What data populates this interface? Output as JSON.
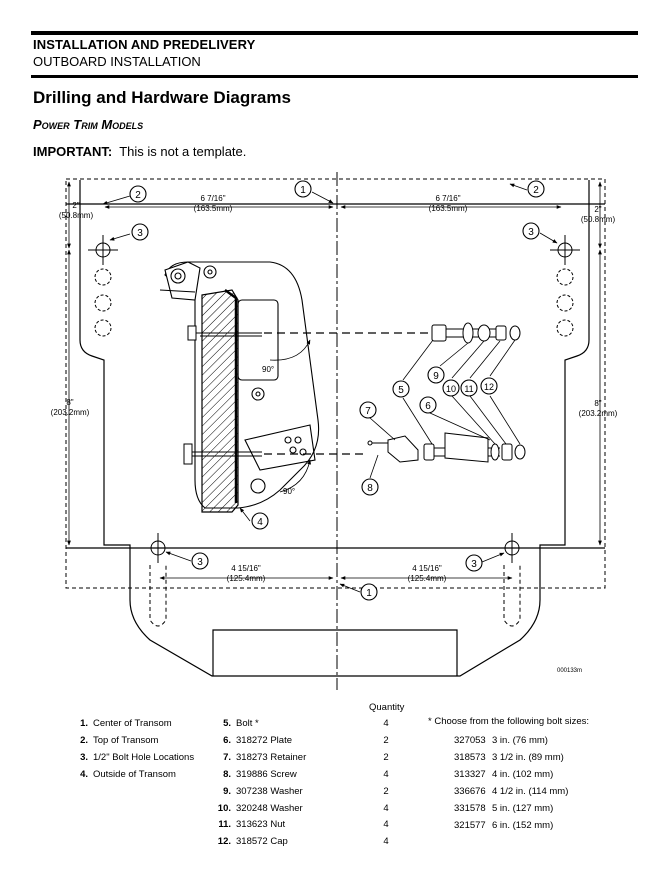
{
  "header": {
    "title": "INSTALLATION AND PREDELIVERY",
    "subtitle": "OUTBOARD INSTALLATION"
  },
  "section_title": "Drilling and Hardware Diagrams",
  "subsection_title": "Power Trim Models",
  "important": {
    "label": "IMPORTANT:",
    "text": "This is not a template."
  },
  "diagram": {
    "dim_top_left": "6 7/16\"",
    "dim_top_left_mm": "(163.5mm)",
    "dim_top_right": "6 7/16\"",
    "dim_top_right_mm": "(163.5mm)",
    "dim_2_left": "2\"",
    "dim_2_left_mm": "(50.8mm)",
    "dim_2_right": "2\"",
    "dim_2_right_mm": "(50.8mm)",
    "dim_8_left": "8\"",
    "dim_8_left_mm": "(203.2mm)",
    "dim_8_right": "8\"",
    "dim_8_right_mm": "(203.2mm)",
    "dim_bot_left": "4 15/16\"",
    "dim_bot_left_mm": "(125.4mm)",
    "dim_bot_right": "4 15/16\"",
    "dim_bot_right_mm": "(125.4mm)",
    "angle_top": "90°",
    "angle_bot": "90°",
    "callouts": [
      "1",
      "2",
      "3",
      "4",
      "5",
      "6",
      "7",
      "8",
      "9",
      "10",
      "11",
      "12"
    ],
    "figure_id": "000133m"
  },
  "legend_left": [
    {
      "num": "1.",
      "label": "Center of Transom"
    },
    {
      "num": "2.",
      "label": "Top of Transom"
    },
    {
      "num": "3.",
      "label": "1/2\" Bolt Hole Locations"
    },
    {
      "num": "4.",
      "label": "Outside of Transom"
    }
  ],
  "quantity_header": "Quantity",
  "parts": [
    {
      "num": "5.",
      "label": "Bolt *",
      "qty": "4"
    },
    {
      "num": "6.",
      "label": "318272 Plate",
      "qty": "2"
    },
    {
      "num": "7.",
      "label": "318273 Retainer",
      "qty": "2"
    },
    {
      "num": "8.",
      "label": "319886 Screw",
      "qty": "4"
    },
    {
      "num": "9.",
      "label": "307238 Washer",
      "qty": "2"
    },
    {
      "num": "10.",
      "label": "320248 Washer",
      "qty": "4"
    },
    {
      "num": "11.",
      "label": "313623 Nut",
      "qty": "4"
    },
    {
      "num": "12.",
      "label": "318572 Cap",
      "qty": "4"
    }
  ],
  "bolt_note": "* Choose from the following bolt sizes:",
  "bolt_sizes": [
    {
      "pn": "327053",
      "size": "3 in. (76 mm)"
    },
    {
      "pn": "318573",
      "size": "3 1/2 in. (89 mm)"
    },
    {
      "pn": "313327",
      "size": "4 in. (102 mm)"
    },
    {
      "pn": "336676",
      "size": "4 1/2 in. (114 mm)"
    },
    {
      "pn": "331578",
      "size": "5 in. (127 mm)"
    },
    {
      "pn": "321577",
      "size": "6 in. (152 mm)"
    }
  ]
}
